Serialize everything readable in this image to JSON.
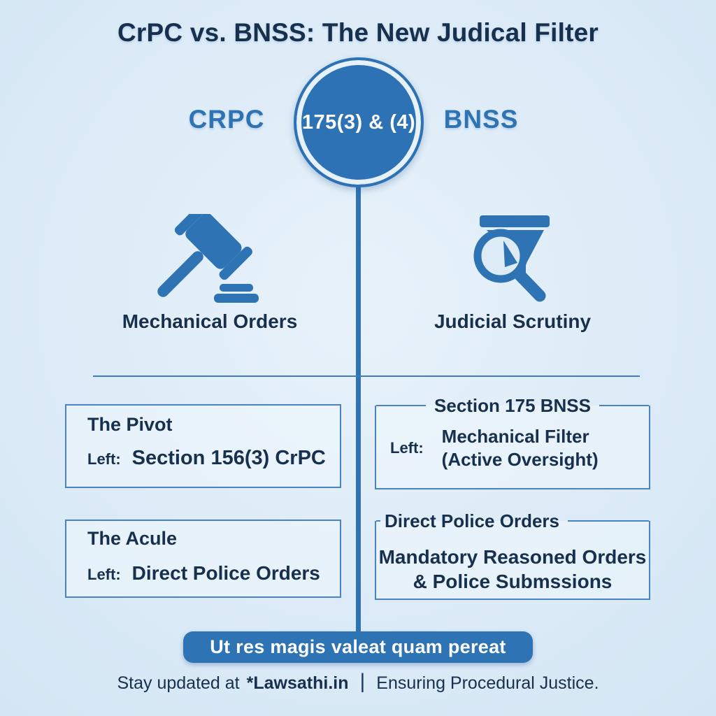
{
  "title": "CrPC vs. BNSS: The New Judical Filter",
  "comparison": {
    "left_system": "CRPC",
    "right_system": "BNSS",
    "pivot_sections": "175(3) & (4)"
  },
  "features": {
    "left": {
      "icon": "gavel-icon",
      "caption": "Mechanical Orders"
    },
    "right": {
      "icon": "funnel-magnifier-icon",
      "caption": "Judicial Scrutiny"
    }
  },
  "cards": {
    "left_top": {
      "title": "The Pivot",
      "label": "Left:",
      "value": "Section 156(3) CrPC"
    },
    "right_top": {
      "title": "Section 175 BNSS",
      "label": "Left:",
      "line1": "Mechanical Filter",
      "line2": "(Active Oversight)"
    },
    "left_bottom": {
      "title": "The Acule",
      "label": "Left:",
      "value": "Direct Police Orders"
    },
    "right_bottom": {
      "title": "Direct Police Orders",
      "line1": "Mandatory Reasoned Orders",
      "line2": "& Police Submssions"
    }
  },
  "banner": "Ut res magis valeat quam pereat",
  "footer": {
    "prefix": "Stay updated at",
    "brand": "*Lawsathi.in",
    "separator": "|",
    "tagline": "Ensuring Procedural Justice."
  },
  "colors": {
    "accent_blue": "#2e74b5",
    "dark_navy": "#16304e",
    "border_blue": "#4a83c4",
    "background": "#dcebf7",
    "white": "#ffffff"
  }
}
